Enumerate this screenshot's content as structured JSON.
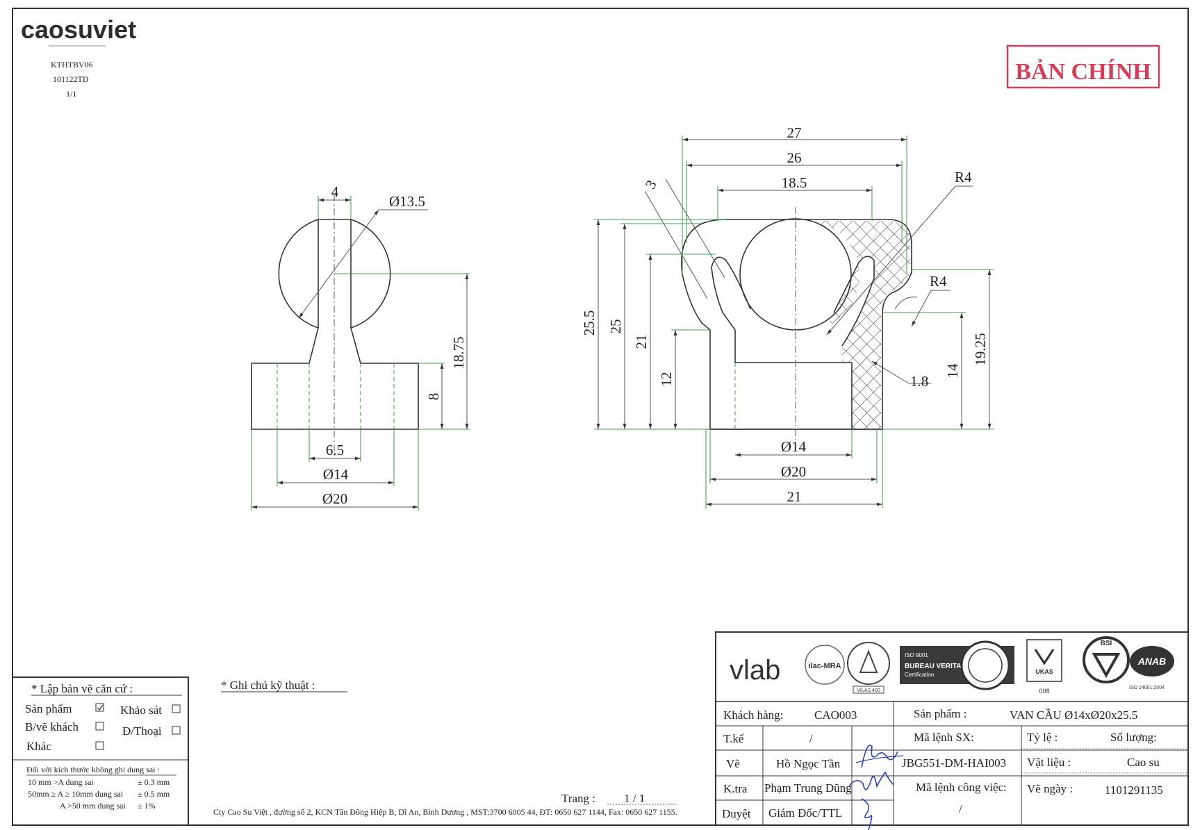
{
  "header": {
    "logo": "caosuviet",
    "doc_code": "KTHTBV06",
    "doc_rev": "101122TD",
    "doc_page": "1/1"
  },
  "stamp": {
    "text": "BẢN CHÍNH",
    "color": "#d0405a"
  },
  "left_view": {
    "dims": {
      "width_top": "4",
      "ball": "Ø13.5",
      "height": "18.75",
      "base_h": "8",
      "bore": "6.5",
      "d14": "Ø14",
      "d20": "Ø20"
    }
  },
  "right_view": {
    "dims": {
      "d27": "27",
      "d26": "26",
      "d18_5": "18.5",
      "r4_top": "R4",
      "r4_right": "R4",
      "lip": "3",
      "h25_5": "25.5",
      "h25": "25",
      "h21": "21",
      "h12": "12",
      "h14": "14",
      "h19_25": "19.25",
      "t1_8": "1.8",
      "d14": "Ø14",
      "d20": "Ø20",
      "w21": "21"
    }
  },
  "basis": {
    "title": "* Lập bản vẽ căn cứ :",
    "items": [
      {
        "label": "Sản phẩm",
        "checked": true
      },
      {
        "label": "Khảo sát",
        "checked": false
      },
      {
        "label": "B/vẽ khách",
        "checked": false
      },
      {
        "label": "Đ/Thoại",
        "checked": false
      },
      {
        "label": "Khác",
        "checked": false
      }
    ],
    "tolerance_title": "Đối với kích thước không ghi dung sai :",
    "tolerances": [
      {
        "range": "10 mm >A  dung sai",
        "value": "± 0.3 mm"
      },
      {
        "range": "50mm ≥ A ≥ 10mm dung sai",
        "value": "± 0.5 mm"
      },
      {
        "range": "A >50 mm dung sai",
        "value": "± 1%"
      }
    ]
  },
  "notes": {
    "title": "* Ghi chú kỹ thuật :"
  },
  "page_no": {
    "label": "Trang :",
    "value": "1 / 1"
  },
  "footer": {
    "address": "Cty Cao Su Việt , đường số 2, KCN Tân Đông Hiệp B, Dĩ An, Bình Dương , MST:3700 6005 44, ĐT: 0650 627 1144, Fax: 0650 627 1155."
  },
  "certs": {
    "vlab": "vlab",
    "ilac": "ilac-MRA",
    "vilas": "VILAS 400",
    "bv_line1": "ISO 9001",
    "bv_line2": "BUREAU VERITAS",
    "bv_line3": "Certification",
    "ukas": "UKAS",
    "ukas_num": "008",
    "bsi": "BSI",
    "anab": "ANAB",
    "iso14001": "ISO 14001:2004"
  },
  "title_block": {
    "customer_label": "Khách hàng:",
    "customer": "CAO003",
    "product_label": "Sản phẩm :",
    "product": "VAN CẦU Ø14xØ20x25.5",
    "design_label": "T.kế",
    "design": "/",
    "order_label": "Mã lệnh SX:",
    "scale_label": "Tỷ lệ :",
    "qty_label": "Số lượng:",
    "draw_label": "Vẽ",
    "draw": "Hồ Ngọc Tần",
    "order": "JBG551-DM-HAI003",
    "material_label": "Vật liệu :",
    "material": "Cao su",
    "check_label": "K.tra",
    "check": "Phạm Trung Dũng",
    "job_label": "Mã lệnh công việc:",
    "job": "/",
    "date_label": "Vẽ ngày :",
    "date": "1101291135",
    "approve_label": "Duyệt",
    "approve": "Giám Đốc/TTL"
  }
}
